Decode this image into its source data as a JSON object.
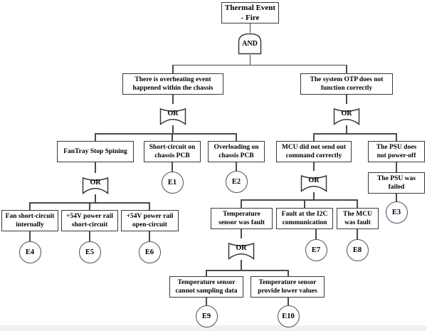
{
  "colors": {
    "background": "#ffffff",
    "box_border": "#3a3a3a",
    "connector": "#4a4a4a",
    "event_border": "#44506b",
    "text": "#000000",
    "footer_strip": "#f2f0f1"
  },
  "gate_labels": {
    "and": "AND",
    "or": "OR"
  },
  "nodes": {
    "thermal_event": "Thermal Event\n- Fire",
    "overheating": "There is overheating event\nhappened within the chassis",
    "otp": "The system OTP does not\nfunction correctly",
    "fantray": "FanTray Stop Spining",
    "short_circuit_pcb": "Short-circuit on\nchassis PCB",
    "overloading_pcb": "Overloading on\nchassis PCB",
    "mcu_command": "MCU did not send out\ncommand correctly",
    "psu_no_poweroff": "The PSU does\nnot power-off",
    "psu_failed": "The PSU was\nfailed",
    "fan_short_internal": "Fan short-circuit\ninternally",
    "rail_short": "+54V power rail\nshort-circuit",
    "rail_open": "+54V power rail\nopen-circuit",
    "temp_sensor_fault": "Temperature\nsensor was fault",
    "i2c_fault": "Fault at the I2C\ncommunication",
    "mcu_fault": "The MCU\nwas fault",
    "temp_no_sampling": "Temperature sensor\ncannot sampling data",
    "temp_lower_values": "Temperature sensor\nprovide lower values"
  },
  "events": {
    "e1": "E1",
    "e2": "E2",
    "e3": "E3",
    "e4": "E4",
    "e5": "E5",
    "e6": "E6",
    "e7": "E7",
    "e8": "E8",
    "e9": "E9",
    "e10": "E10"
  }
}
